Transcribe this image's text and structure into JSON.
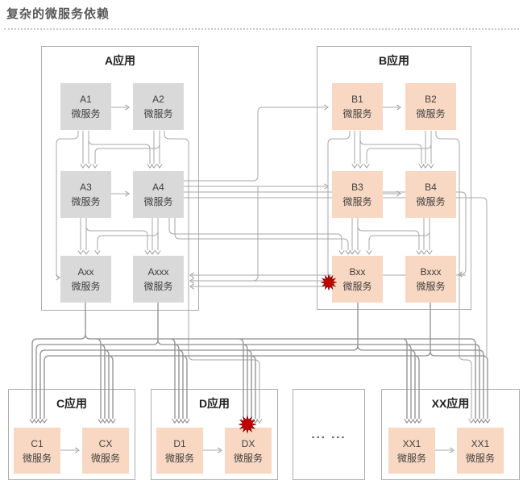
{
  "page": {
    "title": "复杂的微服务依赖"
  },
  "apps": {
    "A": {
      "title": "A应用",
      "services": [
        {
          "name": "A1",
          "type": "微服务"
        },
        {
          "name": "A2",
          "type": "微服务"
        },
        {
          "name": "A3",
          "type": "微服务"
        },
        {
          "name": "A4",
          "type": "微服务"
        },
        {
          "name": "Axx",
          "type": "微服务"
        },
        {
          "name": "Axxx",
          "type": "微服务"
        }
      ]
    },
    "B": {
      "title": "B应用",
      "services": [
        {
          "name": "B1",
          "type": "微服务"
        },
        {
          "name": "B2",
          "type": "微服务"
        },
        {
          "name": "B3",
          "type": "微服务"
        },
        {
          "name": "B4",
          "type": "微服务"
        },
        {
          "name": "Bxx",
          "type": "微服务"
        },
        {
          "name": "Bxxx",
          "type": "微服务"
        }
      ]
    },
    "C": {
      "title": "C应用",
      "services": [
        {
          "name": "C1",
          "type": "微服务"
        },
        {
          "name": "CX",
          "type": "微服务"
        }
      ]
    },
    "D": {
      "title": "D应用",
      "services": [
        {
          "name": "D1",
          "type": "微服务"
        },
        {
          "name": "DX",
          "type": "微服务"
        }
      ]
    },
    "XX": {
      "title": "XX应用",
      "services": [
        {
          "name": "XX1",
          "type": "微服务"
        },
        {
          "name": "XX1",
          "type": "微服务"
        }
      ]
    },
    "ellipsis": "... ..."
  },
  "failure_markers": [
    {
      "icon": "burst-star",
      "on": "Bxx 微服务",
      "position": "left-edge"
    },
    {
      "icon": "burst-star",
      "on": "DX 微服务",
      "position": "top-edge"
    }
  ],
  "connections": [
    "A1→A2",
    "A1→A3",
    "A1→A4",
    "A1→Axx",
    "A2→A3",
    "A2→A4",
    "A2→DX",
    "A3→A4",
    "A3→Axx",
    "A3→Axxx",
    "A4→Axx",
    "A4→Axxx",
    "A4→B1",
    "A4→B3",
    "A4→Bxx",
    "A4→Bxxx",
    "B1→B2",
    "B1→B3",
    "B1→B4",
    "B1→Bxx",
    "B2→B3",
    "B2→B4",
    "B2→XX1",
    "B3→B4",
    "B3→Bxx",
    "B3→Bxxx",
    "B4→Bxx",
    "B4→Bxxx",
    "Bxx→Axxx",
    "Bxxx→Axxx",
    "Axx→C1/CX/D1/DX/XX1",
    "Axxx→C1/CX/D1/DX/XX1",
    "Bxx→C1/CX/D1/DX/XX1",
    "Bxxx→C1/CX/D1/DX/XX1",
    "C1→CX",
    "D1→DX",
    "XX1→XX1"
  ],
  "colors": {
    "service_gray": "#d9d9d9",
    "service_peach": "#f8d8c2",
    "failure_red": "#c00000",
    "connector_gray": "#a7a7a7",
    "box_border_gray": "#adadad",
    "title_gray": "#595959"
  }
}
